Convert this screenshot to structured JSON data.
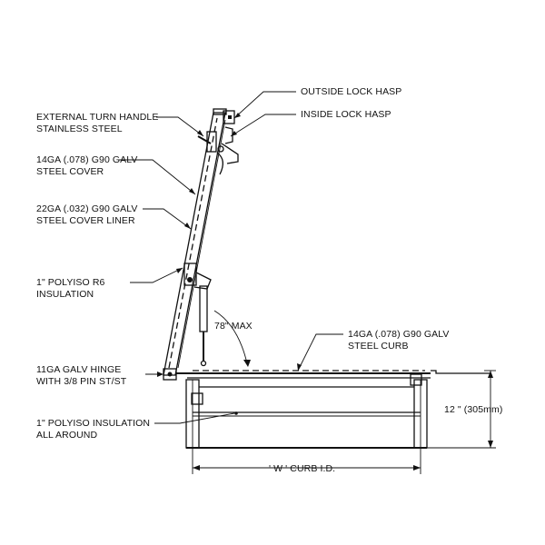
{
  "labels": {
    "outside_lock_hasp": "OUTSIDE LOCK HASP",
    "inside_lock_hasp": "INSIDE LOCK HASP",
    "turn_handle_line1": "EXTERNAL TURN HANDLE",
    "turn_handle_line2": "STAINLESS STEEL",
    "cover_line1": "14GA (.078) G90 GALV",
    "cover_line2": "STEEL  COVER",
    "liner_line1": "22GA (.032) G90 GALV",
    "liner_line2": "STEEL COVER LINER",
    "insulation_line1": "1\" POLYISO R6",
    "insulation_line2": "INSULATION",
    "angle": "78\"  MAX",
    "curb_line1": "14GA (.078) G90 GALV",
    "curb_line2": "STEEL CURB",
    "hinge_line1": "11GA GALV HINGE",
    "hinge_line2": "WITH 3/8  PIN ST/ST",
    "curb_insulation_line1": "1\" POLYISO INSULATION",
    "curb_insulation_line2": "ALL AROUND",
    "height_dim": "12  \" (305mm)",
    "width_dim": "' W ' CURB I.D."
  },
  "colors": {
    "ink": "#111111",
    "paper": "#ffffff"
  }
}
